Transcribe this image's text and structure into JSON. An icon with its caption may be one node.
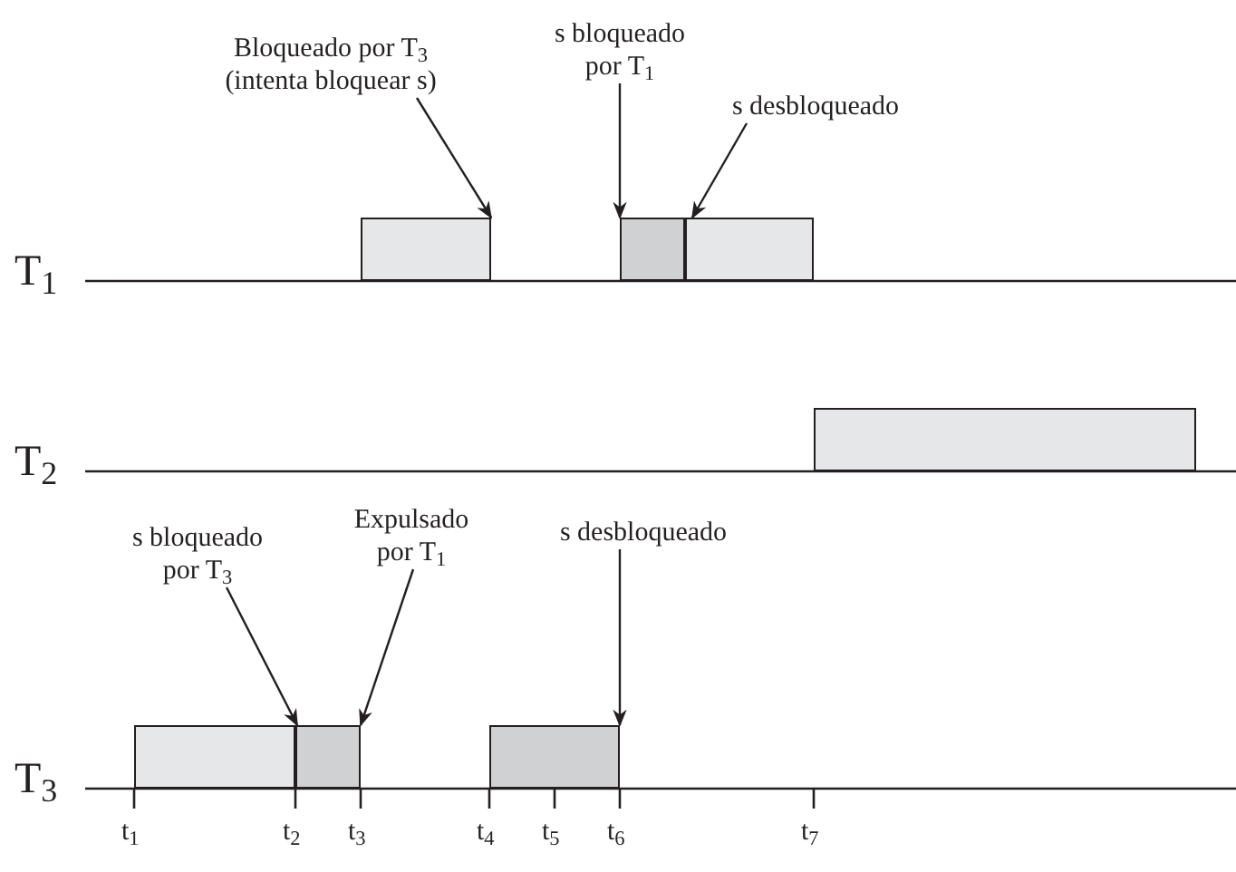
{
  "diagram": {
    "nodes": [
      {
        "text": [
          "Bloqueado por T$_{3}$ (intenta bloquear s)"
        ]
      },
      {
        "text": [
          "s bloqueado por T$_{1}$"
        ]
      },
      {
        "text": [
          "s desbloqueado"
        ]
      },
      {
        "text": [],
        "shape": "bar"
      },
      {
        "text": [],
        "shape": "bar"
      },
      {
        "text": [],
        "shape": "bar"
      },
      {
        "text": [],
        "shape": "bar"
      },
      {
        "text": [
          "s bloqueado por T$_{3}$"
        ]
      },
      {
        "text": [
          "Expulsado por T$_{1}$"
        ]
      },
      {
        "text": [
          "s desbloqueado"
        ]
      },
      {
        "text": [],
        "shape": "bar"
      },
      {
        "text": [],
        "shape": "bar"
      },
      {
        "text": [],
        "shape": "bar"
      }
    ],
    "edges": [
      {
        "from": 0,
        "to": 3,
        "arrow": "to"
      },
      {
        "from": 1,
        "to": 4,
        "arrow": "to"
      },
      {
        "from": 2,
        "to": 5,
        "arrow": "to"
      },
      {
        "from": 7,
        "to": 11,
        "arrow": "to"
      },
      {
        "from": 8,
        "to": 11,
        "arrow": "to"
      },
      {
        "from": 9,
        "to": 12,
        "arrow": "to"
      }
    ],
    "labels": [
      "T$_{1}$",
      "T$_{2}$",
      "T$_{3}$",
      "t$_{1}$",
      "t$_{2}$",
      "t$_{3}$",
      "t$_{4}$",
      "t$_{5}$",
      "t$_{6}$",
      "t$_{7}$"
    ]
  }
}
